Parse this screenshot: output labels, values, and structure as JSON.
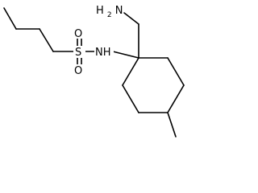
{
  "molecule": {
    "atoms": {
      "amine": {
        "main": "H",
        "sub": "2",
        "tail": "N"
      },
      "nh": "NH",
      "sulfur": "S",
      "oxygen_top": "O",
      "oxygen_bottom": "O"
    }
  }
}
